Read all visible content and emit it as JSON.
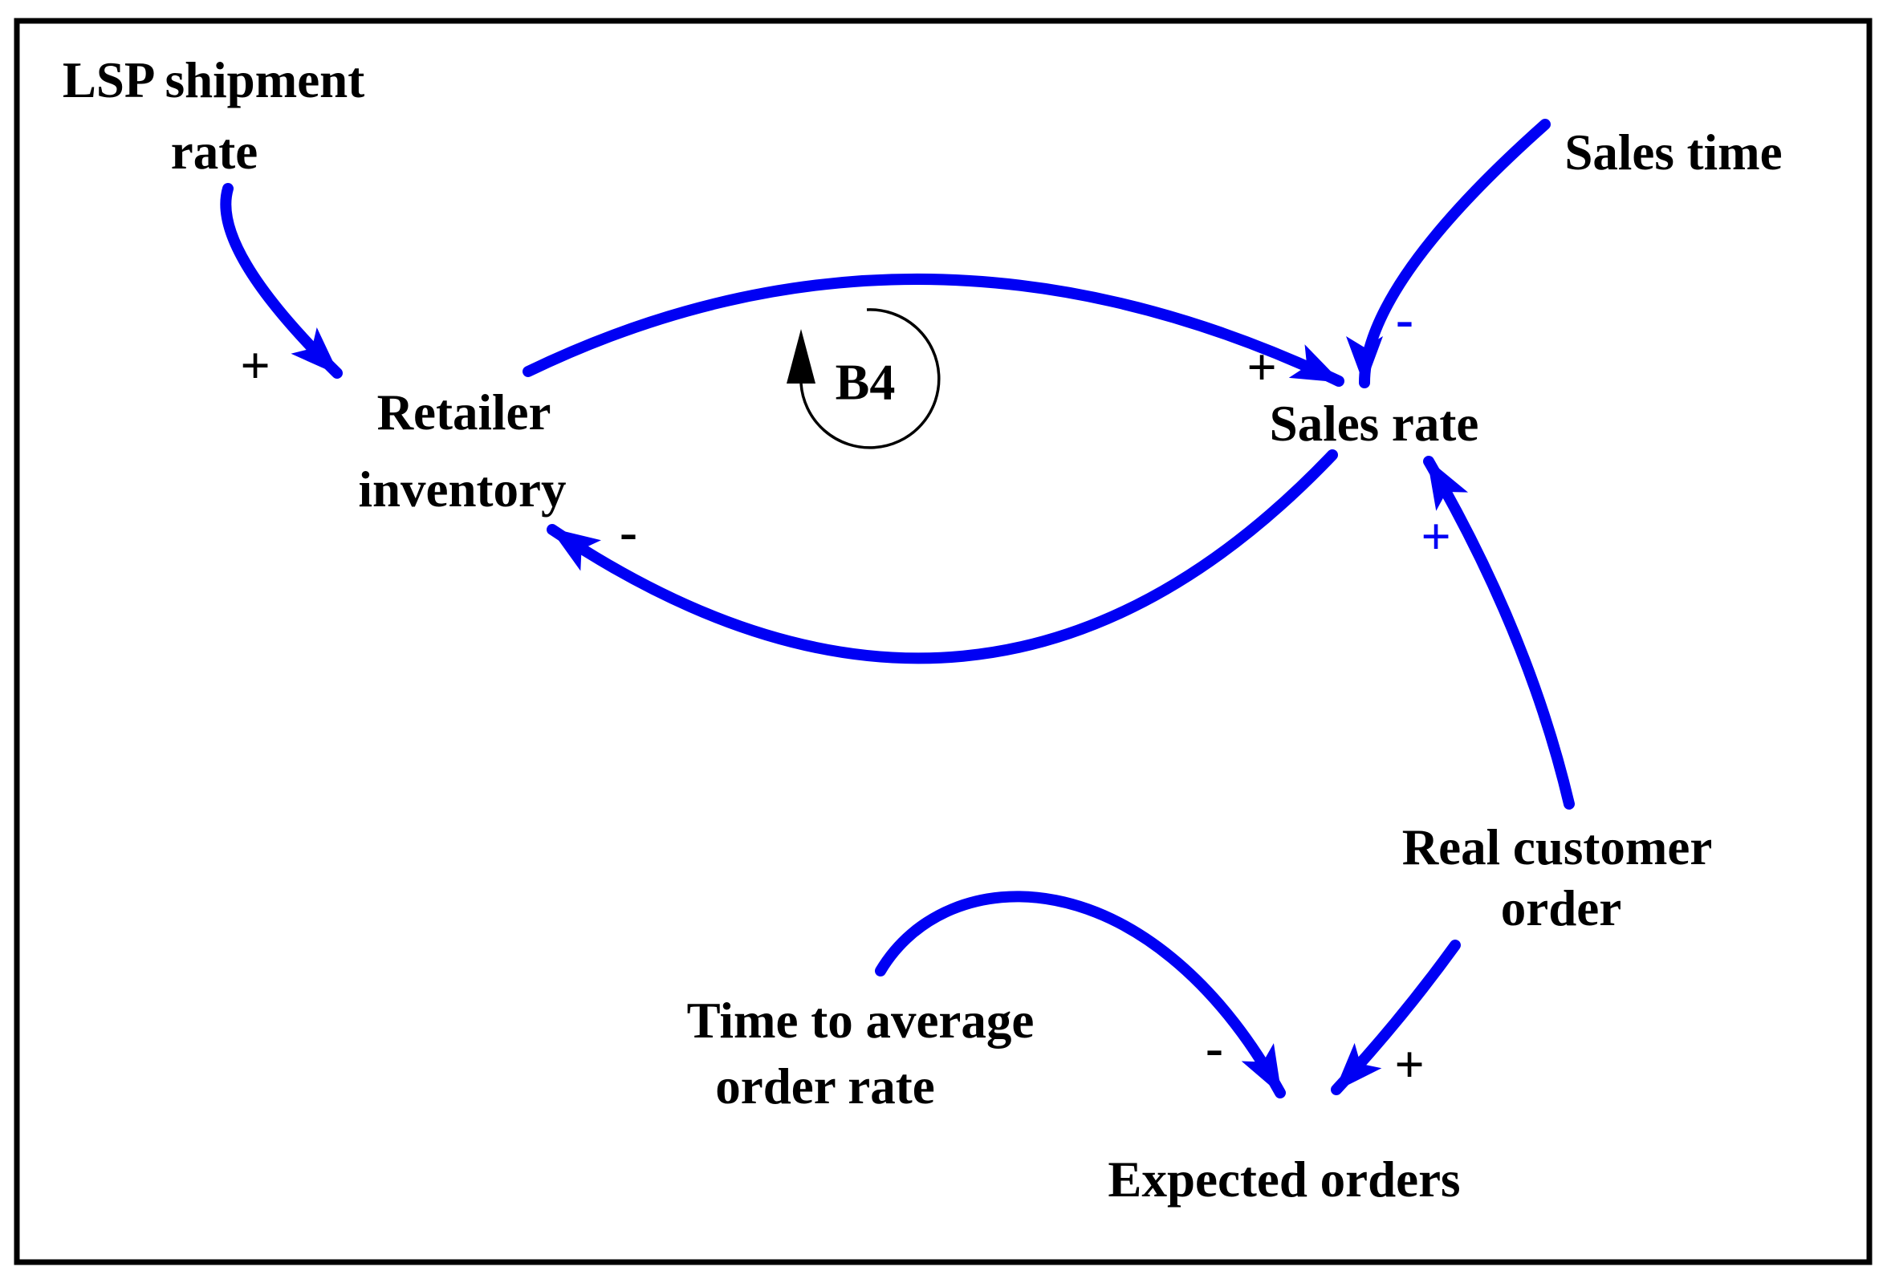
{
  "diagram": {
    "type": "causal-loop-diagram",
    "colors": {
      "background": "#ffffff",
      "border": "#000000",
      "arrow": "#0000f4",
      "text": "#000000"
    },
    "loop_marker": {
      "label": "B4",
      "direction": "clockwise"
    },
    "nodes": {
      "lsp": {
        "line1": "LSP shipment",
        "line2": "rate"
      },
      "retailer": {
        "line1": "Retailer",
        "line2": "inventory"
      },
      "sales_time": {
        "label": "Sales time"
      },
      "sales_rate": {
        "label": "Sales rate"
      },
      "real_customer": {
        "line1": "Real customer",
        "line2": "order"
      },
      "time_avg": {
        "line1": "Time to average",
        "line2": "order rate"
      },
      "expected": {
        "label": "Expected orders"
      }
    },
    "signs": {
      "lsp_to_retailer": {
        "glyph": "+",
        "color": "#000000"
      },
      "retailer_to_sales": {
        "glyph": "+",
        "color": "#000000"
      },
      "salestime_to_sales": {
        "glyph": "-",
        "color": "#0000f4"
      },
      "sales_to_retailer": {
        "glyph": "-",
        "color": "#000000"
      },
      "real_to_sales": {
        "glyph": "+",
        "color": "#0000f4"
      },
      "timeavg_to_expected": {
        "glyph": "-",
        "color": "#000000"
      },
      "real_to_expected": {
        "glyph": "+",
        "color": "#000000"
      }
    },
    "links": [
      {
        "from": "LSP shipment rate",
        "to": "Retailer inventory",
        "polarity": "+"
      },
      {
        "from": "Retailer inventory",
        "to": "Sales rate",
        "polarity": "+"
      },
      {
        "from": "Sales time",
        "to": "Sales rate",
        "polarity": "-"
      },
      {
        "from": "Sales rate",
        "to": "Retailer inventory",
        "polarity": "-"
      },
      {
        "from": "Real customer order",
        "to": "Sales rate",
        "polarity": "+"
      },
      {
        "from": "Time to average order rate",
        "to": "Expected orders",
        "polarity": "-"
      },
      {
        "from": "Real customer order",
        "to": "Expected orders",
        "polarity": "+"
      }
    ]
  }
}
